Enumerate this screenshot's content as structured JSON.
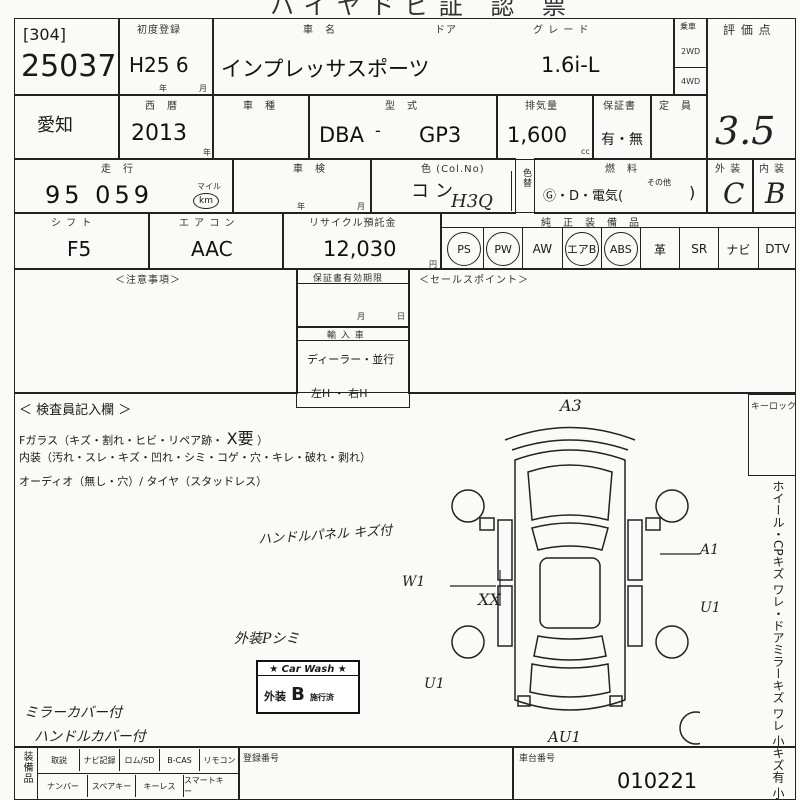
{
  "header": {
    "partial_title": "ハイヤドビ証 認 票"
  },
  "lot": {
    "bracket_no": "[304]",
    "number": "25037"
  },
  "first_registration": {
    "label": "初度登録",
    "value": "H25 6",
    "unit_year": "年",
    "unit_month": "月"
  },
  "car_name": {
    "label": "車　名",
    "value": "インプレッサスポーツ"
  },
  "doors": {
    "label": "ドア"
  },
  "grade": {
    "label": "グ レ ー ド",
    "value": "1.6i-L"
  },
  "drive": {
    "label": "乗車",
    "options": [
      "2WD",
      "4WD"
    ]
  },
  "score": {
    "label": "評 価 点",
    "value": "3.5"
  },
  "region": {
    "value": "愛知"
  },
  "model_year": {
    "label": "西　暦",
    "value": "2013",
    "unit": "年"
  },
  "vehicle_type": {
    "label": "車　種"
  },
  "model": {
    "label": "型　式",
    "prefix": "DBA",
    "dash": "-",
    "code": "GP3"
  },
  "displacement": {
    "label": "排気量",
    "value": "1,600",
    "unit": "cc"
  },
  "warranty": {
    "label": "保証書",
    "value": "有・無"
  },
  "capacity": {
    "label": "定　員"
  },
  "mileage": {
    "label": "走　行",
    "value": "95 059",
    "unit_top": "マイル",
    "unit_km": "km"
  },
  "inspection": {
    "label": "車　検",
    "unit_year": "年",
    "unit_month": "月"
  },
  "color": {
    "label": "色 (Col.No)",
    "value": "コン",
    "code": "H3Q",
    "side_label": "色替"
  },
  "fuel": {
    "label": "燃　料",
    "value": "Ⓖ・D・電気(",
    "close": ")",
    "other": "その他"
  },
  "exterior_score": {
    "label": "外 装",
    "value": "C"
  },
  "interior_score": {
    "label": "内 装",
    "value": "B"
  },
  "shift": {
    "label": "シ フ ト",
    "value": "F5"
  },
  "aircon": {
    "label": "エ ア コ ン",
    "value": "AAC"
  },
  "recycle": {
    "label": "リサイクル預託金",
    "value": "12,030",
    "unit": "円"
  },
  "equipment": {
    "label": "純　正　装　備　品",
    "items": [
      "PS",
      "PW",
      "AW",
      "エアB",
      "ABS",
      "革",
      "SR",
      "ナビ",
      "DTV"
    ],
    "circled": [
      true,
      true,
      false,
      true,
      true,
      false,
      false,
      false,
      false
    ]
  },
  "notes": {
    "label": "＜注意事項＞"
  },
  "sales_points": {
    "label": "＜セールスポイント＞"
  },
  "warranty_deadline": {
    "label": "保証書有効期限",
    "month": "月",
    "day": "日"
  },
  "import": {
    "label": "輸 入 車",
    "value": "ディーラー・並行",
    "handle": "左H ・ 右H"
  },
  "inspector": {
    "label": "＜ 検査員記入欄 ＞",
    "line1": "Fガラス（キズ・割れ・ヒビ・リペア跡・",
    "line1_mark": "X要",
    "line1_close": "）",
    "line2": "内装（汚れ・スレ・キズ・凹れ・シミ・コゲ・穴・キレ・破れ・剥れ）",
    "line3": "オーディオ（無し・穴）/ タイヤ（スタッドレス）"
  },
  "handwritten": {
    "panel": "ハンドルパネル キズ付",
    "exterior_note": "外装Pシミ",
    "mirror": "ミラーカバー付",
    "handle_cover": "ハンドルカバー付",
    "a3": "A3",
    "a1": "A1",
    "w1": "W1",
    "u1_right": "U1",
    "u1_left": "U1",
    "au1": "AU1",
    "xx": "XX"
  },
  "stamp": {
    "title": "★ Car Wash ★",
    "exterior": "外装",
    "grade": "B",
    "suffix": "施行済"
  },
  "key_lock": {
    "label": "キーロック"
  },
  "side_note": "ホイール・CPキズ ワレ・ドアミラーキズ ワレ 小キズ有 小凹有 補修有",
  "bottom": {
    "row_label": "装備品",
    "row1": [
      "取説",
      "ナビ記録",
      "ロム/SD",
      "B-CAS",
      "リモコン"
    ],
    "row2": [
      "ナンバー",
      "スペアキー",
      "キーレス",
      "スマートキー"
    ],
    "reg_label": "登録番号",
    "entry_label": "車台番号",
    "entry_value": "010221"
  }
}
